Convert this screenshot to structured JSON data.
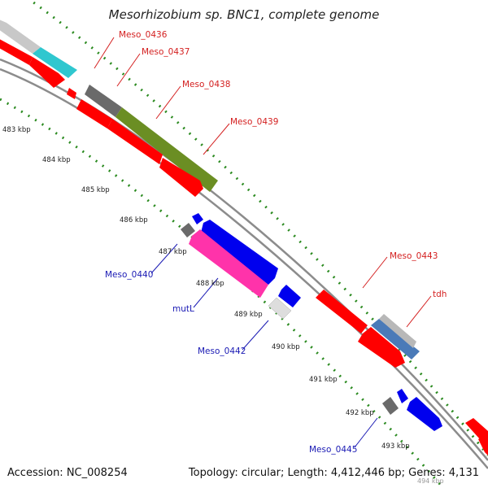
{
  "title": "Mesorhizobium sp. BNC1, complete genome",
  "footer": {
    "accession": "Accession: NC_008254",
    "stats": "Topology: circular; Length: 4,412,446 bp; Genes: 4,131"
  },
  "colors": {
    "backbone": "#8c8c8c",
    "ticks": "#2a8a1f",
    "gene_label_red": "#d42020",
    "gene_label_blue": "#1a1ab4"
  },
  "kbp_ticks": [
    "483 kbp",
    "484 kbp",
    "485 kbp",
    "486 kbp",
    "487 kbp",
    "488 kbp",
    "489 kbp",
    "490 kbp",
    "491 kbp",
    "492 kbp",
    "493 kbp",
    "494 kbp"
  ],
  "gene_labels": [
    "Meso_0436",
    "Meso_0437",
    "Meso_0438",
    "Meso_0439",
    "Meso_0440",
    "mutL",
    "Meso_0442",
    "Meso_0443",
    "tdh",
    "Meso_0445"
  ]
}
